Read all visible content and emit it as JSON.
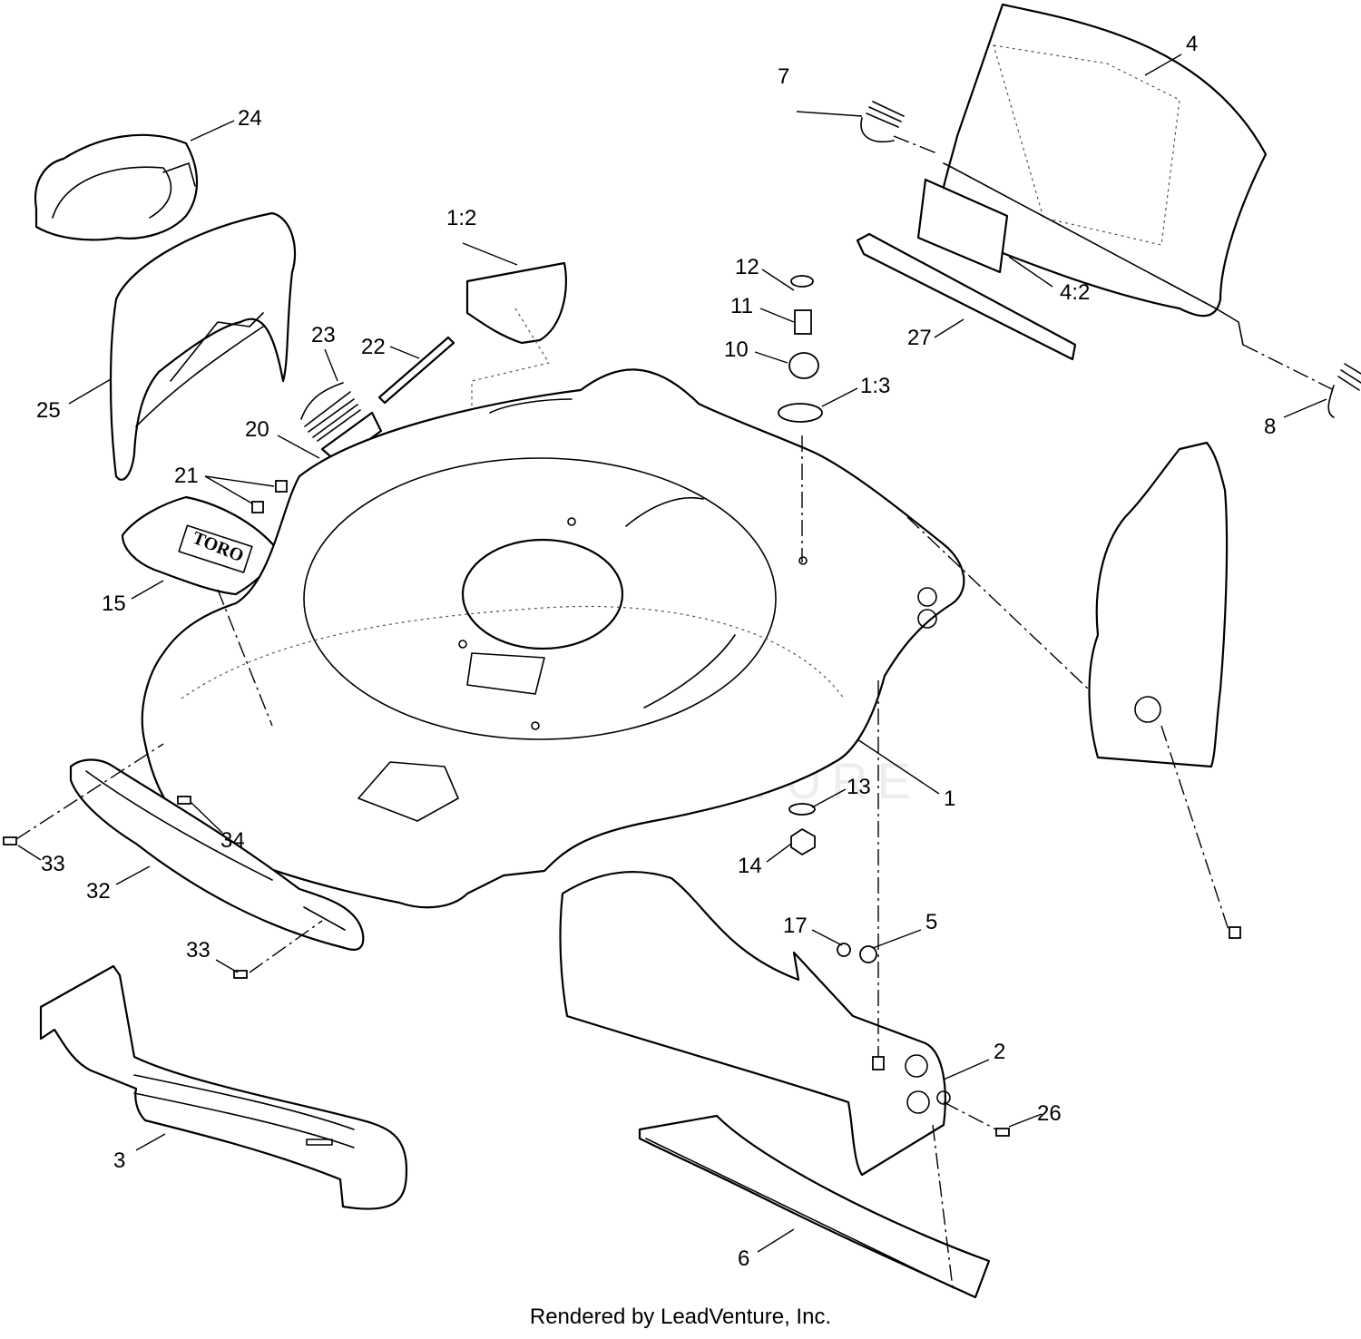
{
  "diagram": {
    "callouts": [
      {
        "id": "c1",
        "text": "1"
      },
      {
        "id": "c1_2",
        "text": "1:2"
      },
      {
        "id": "c1_3",
        "text": "1:3"
      },
      {
        "id": "c2",
        "text": "2"
      },
      {
        "id": "c3",
        "text": "3"
      },
      {
        "id": "c4",
        "text": "4"
      },
      {
        "id": "c4_2",
        "text": "4:2"
      },
      {
        "id": "c5",
        "text": "5"
      },
      {
        "id": "c6",
        "text": "6"
      },
      {
        "id": "c7",
        "text": "7"
      },
      {
        "id": "c8",
        "text": "8"
      },
      {
        "id": "c10",
        "text": "10"
      },
      {
        "id": "c11",
        "text": "11"
      },
      {
        "id": "c12",
        "text": "12"
      },
      {
        "id": "c13",
        "text": "13"
      },
      {
        "id": "c14",
        "text": "14"
      },
      {
        "id": "c15",
        "text": "15"
      },
      {
        "id": "c17",
        "text": "17"
      },
      {
        "id": "c20",
        "text": "20"
      },
      {
        "id": "c21",
        "text": "21"
      },
      {
        "id": "c22",
        "text": "22"
      },
      {
        "id": "c23",
        "text": "23"
      },
      {
        "id": "c24",
        "text": "24"
      },
      {
        "id": "c25",
        "text": "25"
      },
      {
        "id": "c26",
        "text": "26"
      },
      {
        "id": "c27",
        "text": "27"
      },
      {
        "id": "c32",
        "text": "32"
      },
      {
        "id": "c33a",
        "text": "33"
      },
      {
        "id": "c33b",
        "text": "33"
      },
      {
        "id": "c34",
        "text": "34"
      }
    ],
    "decal_text": "TORO",
    "watermark_text": "LEADVENTURE",
    "credit": "Rendered by LeadVenture, Inc."
  }
}
